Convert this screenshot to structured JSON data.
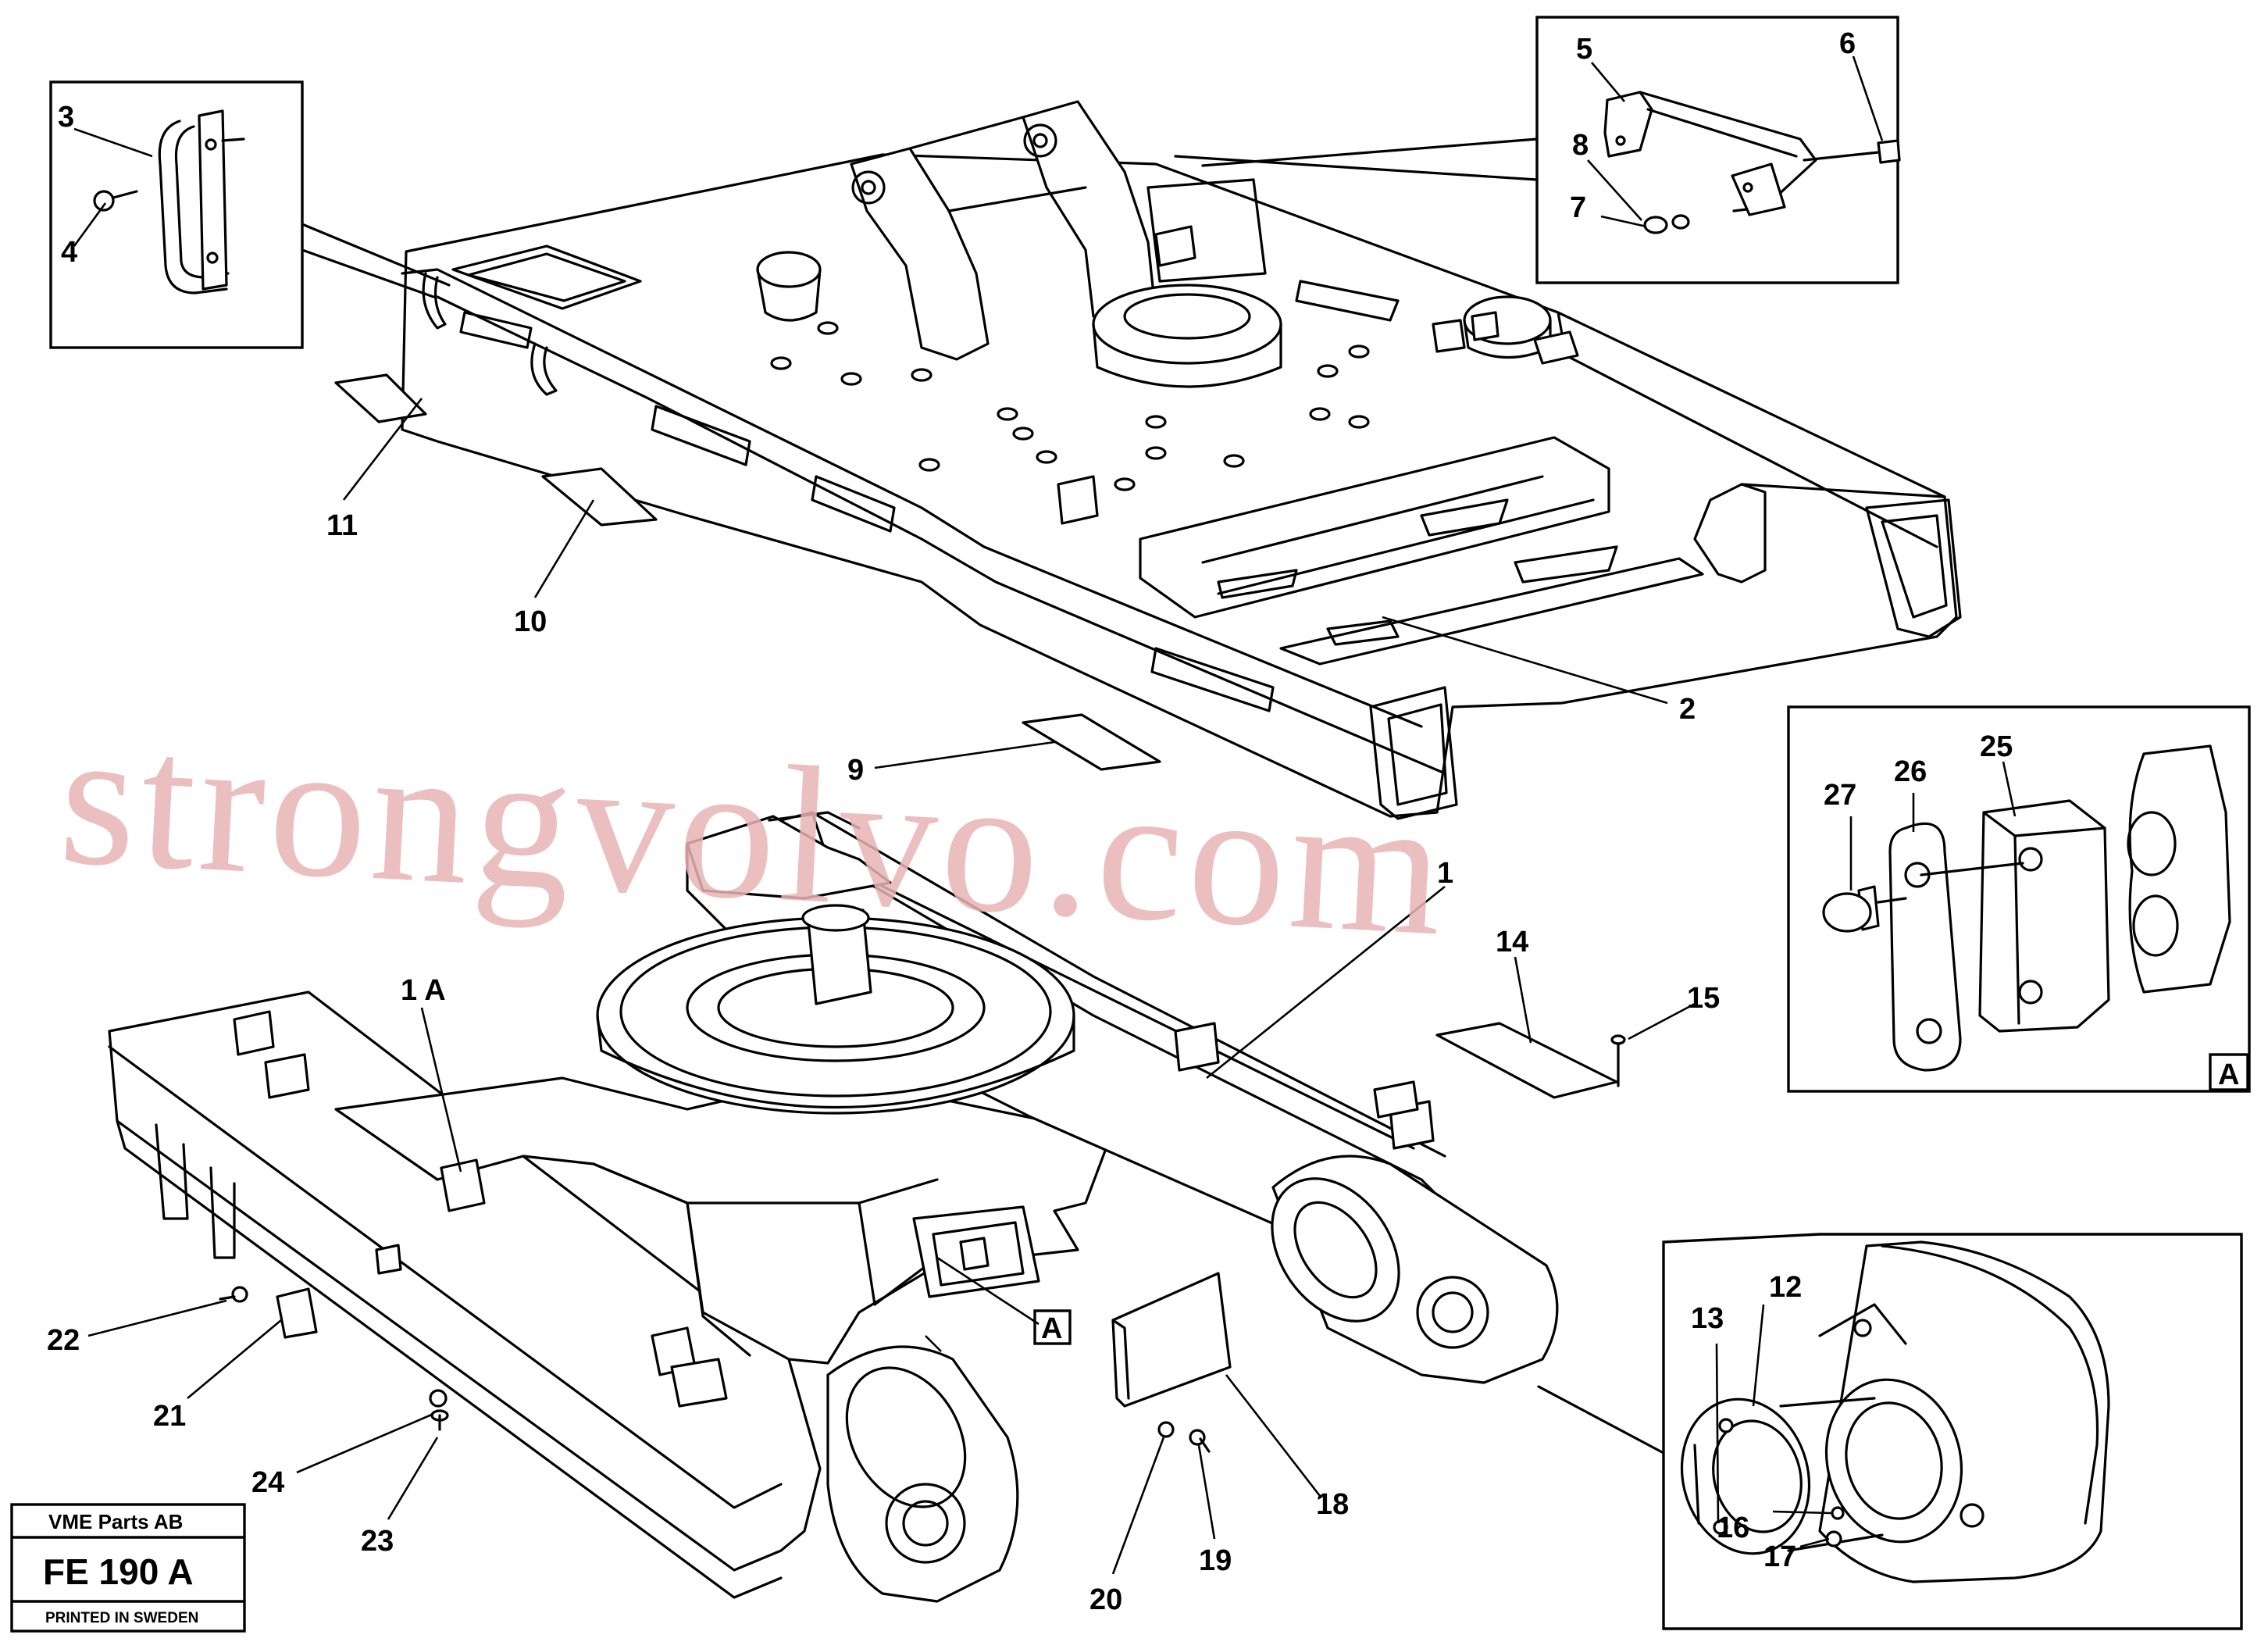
{
  "labels": {
    "n1": "1",
    "n1a": "1 A",
    "n2": "2",
    "n3": "3",
    "n4": "4",
    "n5": "5",
    "n6": "6",
    "n7": "7",
    "n8": "8",
    "n9": "9",
    "n10": "10",
    "n11": "11",
    "n12": "12",
    "n13": "13",
    "n14": "14",
    "n15": "15",
    "n16": "16",
    "n17": "17",
    "n18": "18",
    "n19": "19",
    "n20": "20",
    "n21": "21",
    "n22": "22",
    "n23": "23",
    "n24": "24",
    "n25": "25",
    "n26": "26",
    "n27": "27"
  },
  "detail_ref": {
    "box_label": "A",
    "frame_label": "A"
  },
  "title_block": {
    "company": "VME Parts AB",
    "code": "FE 190 A",
    "printed": "PRINTED IN SWEDEN"
  },
  "watermark": "strongvolvo.com"
}
